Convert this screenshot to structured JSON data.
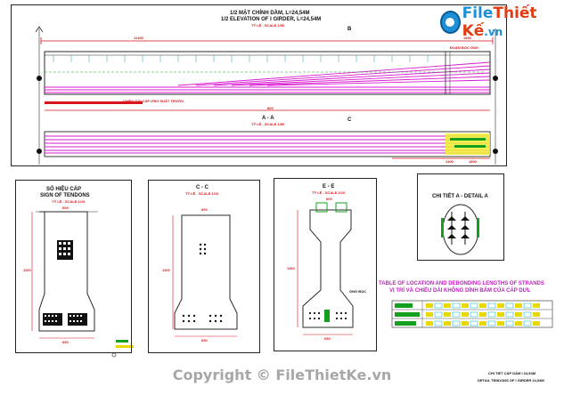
{
  "elevation": {
    "title_vi": "1/2 MẶT CHÍNH DẦM, L=24,54M",
    "title_en": "1/2 ELEVATION OF I GIRDER, L=24,54M",
    "scale": "TỶ LỆ - SCALE 1/50",
    "dim_left": "11400",
    "dim_end": "1800",
    "note_right": "ĐOẠN BỌC ỐNG",
    "note_left": "CHIỀU DÀI CÁP ỨNG SUẤT TRƯỚC",
    "dim_bottom": "800",
    "section_mark_top": "B",
    "section_mark_mid": "C"
  },
  "section_aa": {
    "title": "A - A",
    "scale": "TỶ LỆ - SCALE 1/50",
    "dim_bottom_left": "1400",
    "dim_bottom_right": "1800"
  },
  "panel_tendons": {
    "title_vi": "SỐ HIỆU CÁP",
    "title_en": "SIGN OF TENDONS",
    "scale": "TỶ LỆ - SCALE 1/10",
    "dim_top": "600",
    "dim_height": "1100",
    "dim_bottom": "650"
  },
  "panel_cc": {
    "title": "C - C",
    "scale": "TỶ LỆ - SCALE 1/10",
    "dim_top": "600",
    "dim_height": "1100",
    "dim_bottom": "650"
  },
  "panel_ee": {
    "title": "E - E",
    "scale": "TỶ LỆ - SCALE 1/10",
    "dim_top": "600",
    "dim_height": "1100",
    "dim_bottom": "650",
    "note": "ỐNG BỌC"
  },
  "panel_detail": {
    "title": "CHI TIẾT A - DETAIL A"
  },
  "table": {
    "title_en": "TABLE OF LOCATION AND DEBONDING LENGTHS OF STRANDS",
    "title_vi": "VỊ TRÍ VÀ CHIỀU DÀI KHÔNG DÍNH BÁM CỦA CÁP DƯL"
  },
  "footer": {
    "title_vi": "CHI TIẾT CÁP DẦM I 24,54M",
    "title_en": "DETAIL TENDONS OF I GIRDER 24,54M"
  },
  "watermark": {
    "logo_file": "File",
    "logo_thietke": "Thiết Kế",
    "logo_domain": ".vn",
    "copyright": "Copyright © FileThietKe.vn"
  },
  "colors": {
    "strand": "#d81ad0",
    "dim_red": "#d8141c",
    "concrete": "#2a2a2a",
    "green": "#14a01e",
    "cyan": "#19c0d0",
    "yellow": "#e8d800"
  }
}
